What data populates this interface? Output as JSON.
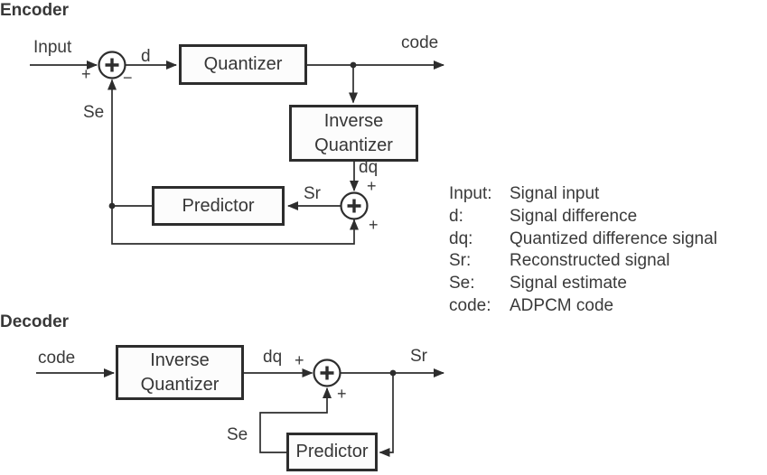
{
  "colors": {
    "background": "#ffffff",
    "line_stroke": "#2d2d2d",
    "text": "#3a3a3a",
    "block_fill": "#fcfcfc"
  },
  "encoder": {
    "title": "Encoder",
    "labels": {
      "input": "Input",
      "d": "d",
      "code": "code",
      "se": "Se",
      "dq": "dq",
      "sr": "Sr"
    },
    "signs": {
      "sum1_plus": "+",
      "sum1_minus": "−",
      "sum2_plus_top": "+",
      "sum2_plus_bottom": "+"
    },
    "blocks": {
      "quantizer": "Quantizer",
      "inverse_quantizer": "Inverse Quantizer",
      "predictor": "Predictor"
    }
  },
  "decoder": {
    "title": "Decoder",
    "labels": {
      "code": "code",
      "dq": "dq",
      "sr": "Sr",
      "se": "Se"
    },
    "signs": {
      "sum_plus_left": "+",
      "sum_plus_bottom": "+"
    },
    "blocks": {
      "inverse_quantizer": "Inverse Quantizer",
      "predictor": "Predictor"
    }
  },
  "legend": {
    "rows": [
      {
        "term": "Input:",
        "description": "Signal input"
      },
      {
        "term": "d:",
        "description": "Signal difference"
      },
      {
        "term": "dq:",
        "description": "Quantized difference signal"
      },
      {
        "term": "Sr:",
        "description": "Reconstructed signal"
      },
      {
        "term": "Se:",
        "description": "Signal estimate"
      },
      {
        "term": "code:",
        "description": "ADPCM code"
      }
    ]
  }
}
